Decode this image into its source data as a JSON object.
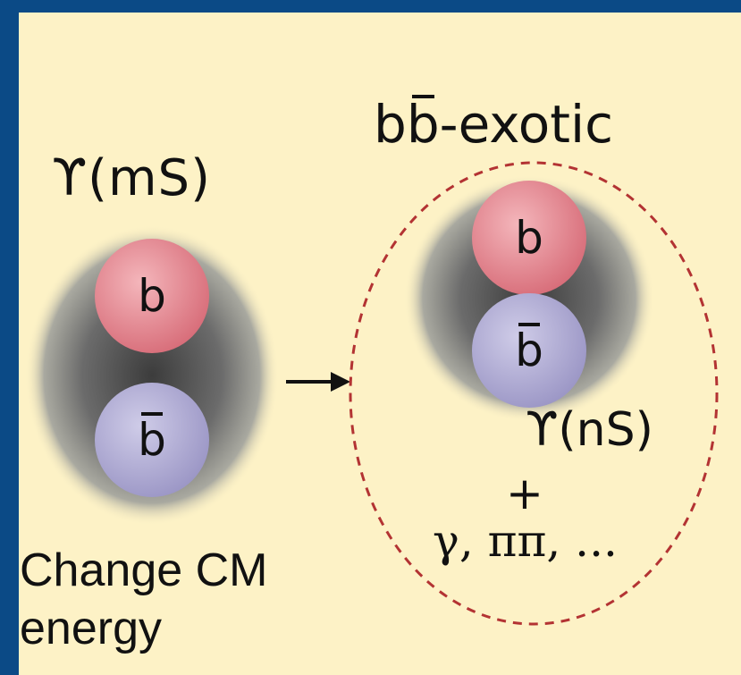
{
  "labels": {
    "upsilon_m": "ϒ(mS)",
    "exotic_prefix": "b",
    "exotic_bar": "b",
    "exotic_suffix": "-exotic",
    "upsilon_n": "ϒ(nS)",
    "plus": "+",
    "products": "γ, ππ, ...",
    "caption": "Change CM energy",
    "arrow": "→"
  },
  "quarks": {
    "left_top": "b",
    "left_bottom": "b",
    "right_top": "b",
    "right_bottom": "b"
  },
  "colors": {
    "background_border": "#0b4a86",
    "panel": "#fdf2c6",
    "b_quark": "#e0828c",
    "antib_quark": "#b0acd2",
    "exotic_boundary": "#b33333"
  }
}
